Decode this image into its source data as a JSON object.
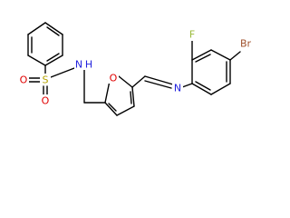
{
  "atoms": {
    "S": {
      "label": "S",
      "color": "#b5a300"
    },
    "O_top": {
      "label": "O",
      "color": "#e00000"
    },
    "O_bottom": {
      "label": "O",
      "color": "#e00000"
    },
    "N_sulfonamide": {
      "label": "N",
      "color": "#2222dd"
    },
    "H_sulfonamide": {
      "label": "H",
      "color": "#2222dd"
    },
    "O_furan": {
      "label": "O",
      "color": "#e00000"
    },
    "N_imine": {
      "label": "N",
      "color": "#2222dd"
    },
    "F": {
      "label": "F",
      "color": "#9aba3a"
    },
    "Br": {
      "label": "Br",
      "color": "#a0522d"
    }
  }
}
